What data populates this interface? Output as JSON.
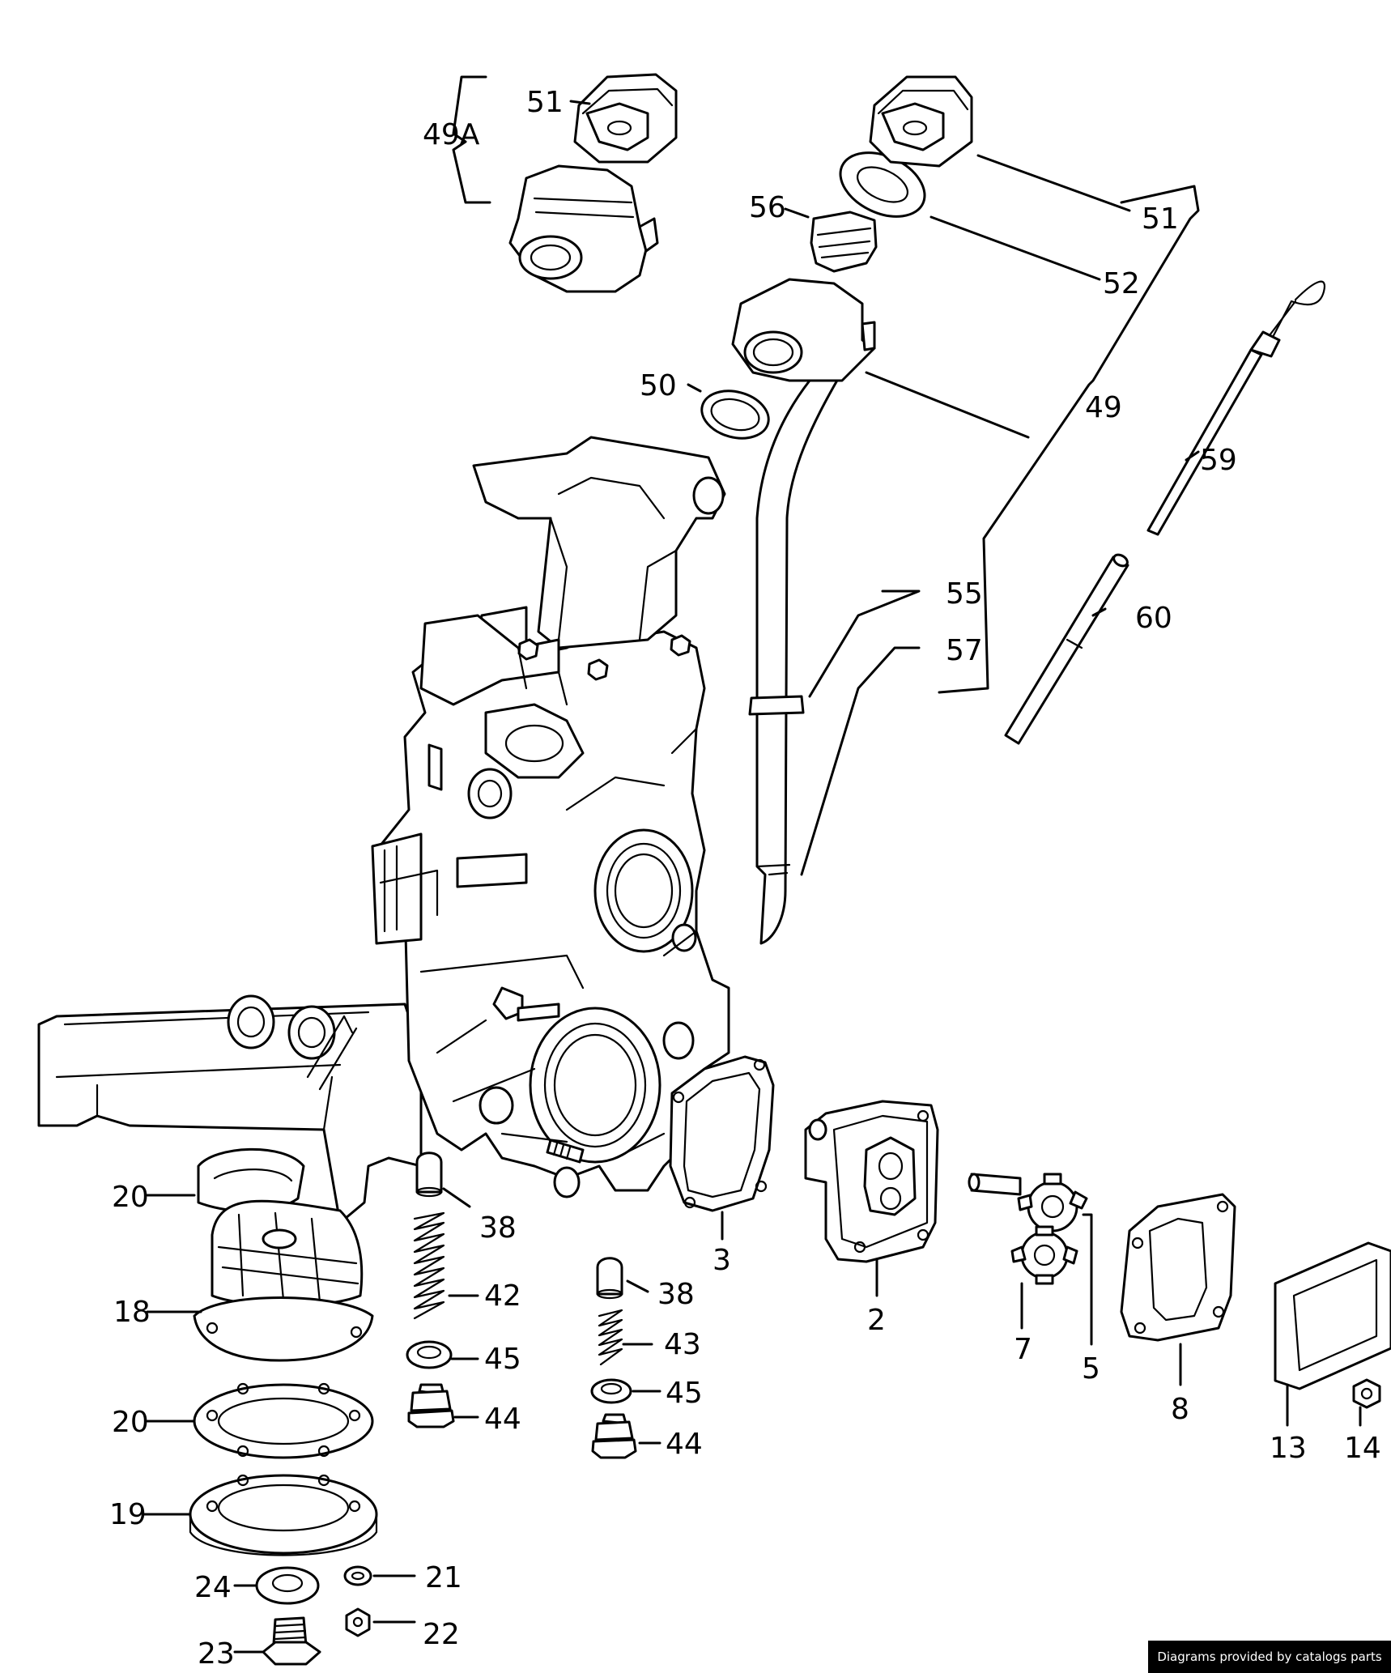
{
  "callouts": {
    "c49A": "49A",
    "c51a": "51",
    "c51b": "51",
    "c52": "52",
    "c56": "56",
    "c50": "50",
    "c49": "49",
    "c59": "59",
    "c55": "55",
    "c57": "57",
    "c60": "60",
    "c20a": "20",
    "c38a": "38",
    "c3": "3",
    "c2": "2",
    "c7": "7",
    "c5": "5",
    "c8": "8",
    "c13": "13",
    "c14": "14",
    "c18": "18",
    "c42": "42",
    "c38b": "38",
    "c43": "43",
    "c45a": "45",
    "c45b": "45",
    "c44a": "44",
    "c44b": "44",
    "c20b": "20",
    "c19": "19",
    "c24": "24",
    "c21": "21",
    "c22": "22",
    "c23": "23"
  },
  "footer": {
    "credit": "Diagrams provided by catalogs parts"
  }
}
